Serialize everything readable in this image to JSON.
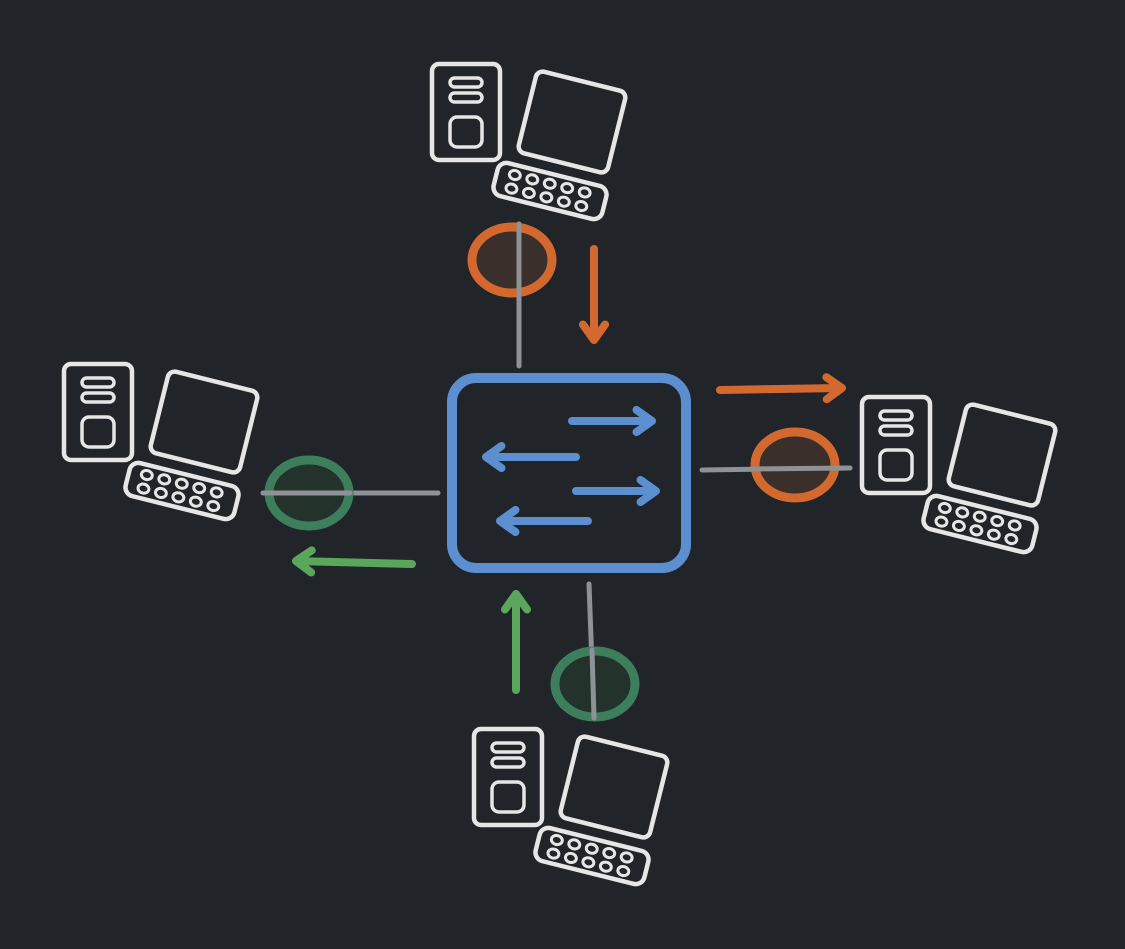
{
  "colors": {
    "background": "#212428",
    "device_stroke": "#e6e6e6",
    "switch_stroke": "#5b8fcf",
    "switch_arrows": "#5b8fcf",
    "cable": "#8e9196",
    "outgoing_packet_stroke": "#d4692f",
    "outgoing_packet_fill": "#3a2f2a",
    "incoming_packet_stroke": "#3d7f5d",
    "incoming_packet_fill": "#23332b",
    "outgoing_arrow": "#d4692f",
    "incoming_arrow": "#5aa65a"
  },
  "diagram": {
    "center_device": {
      "icon": "network-switch-icon"
    },
    "switch_arrows": [
      "right",
      "left",
      "right",
      "left"
    ],
    "nodes": [
      {
        "id": "top",
        "icon": "computer-icon",
        "packet": "outgoing",
        "flow": "to-switch"
      },
      {
        "id": "right",
        "icon": "computer-icon",
        "packet": "outgoing",
        "flow": "from-switch"
      },
      {
        "id": "bottom",
        "icon": "computer-icon",
        "packet": "incoming",
        "flow": "to-switch"
      },
      {
        "id": "left",
        "icon": "computer-icon",
        "packet": "incoming",
        "flow": "from-switch"
      }
    ]
  }
}
